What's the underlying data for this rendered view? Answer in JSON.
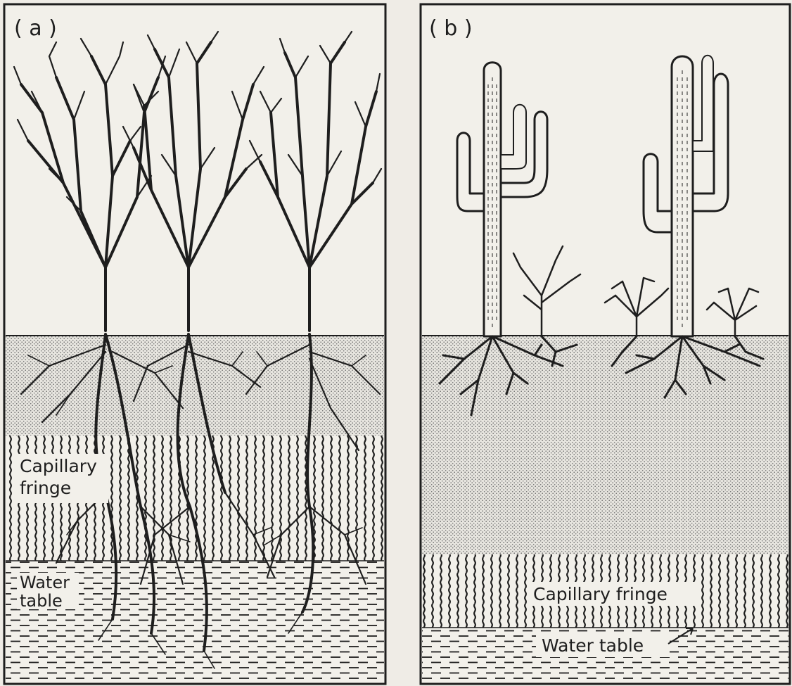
{
  "panels": {
    "a": {
      "label": "( a )",
      "capillary_label_line1": "Capillary",
      "capillary_label_line2": "fringe",
      "water_label_line1": "Water",
      "water_label_line2": "table"
    },
    "b": {
      "label": "( b )",
      "capillary_label": "Capillary fringe",
      "water_label": "Water table"
    }
  },
  "colors": {
    "background": "#efece6",
    "ink": "#1e1e1e",
    "soil_stipple": "#6a6a6a"
  }
}
